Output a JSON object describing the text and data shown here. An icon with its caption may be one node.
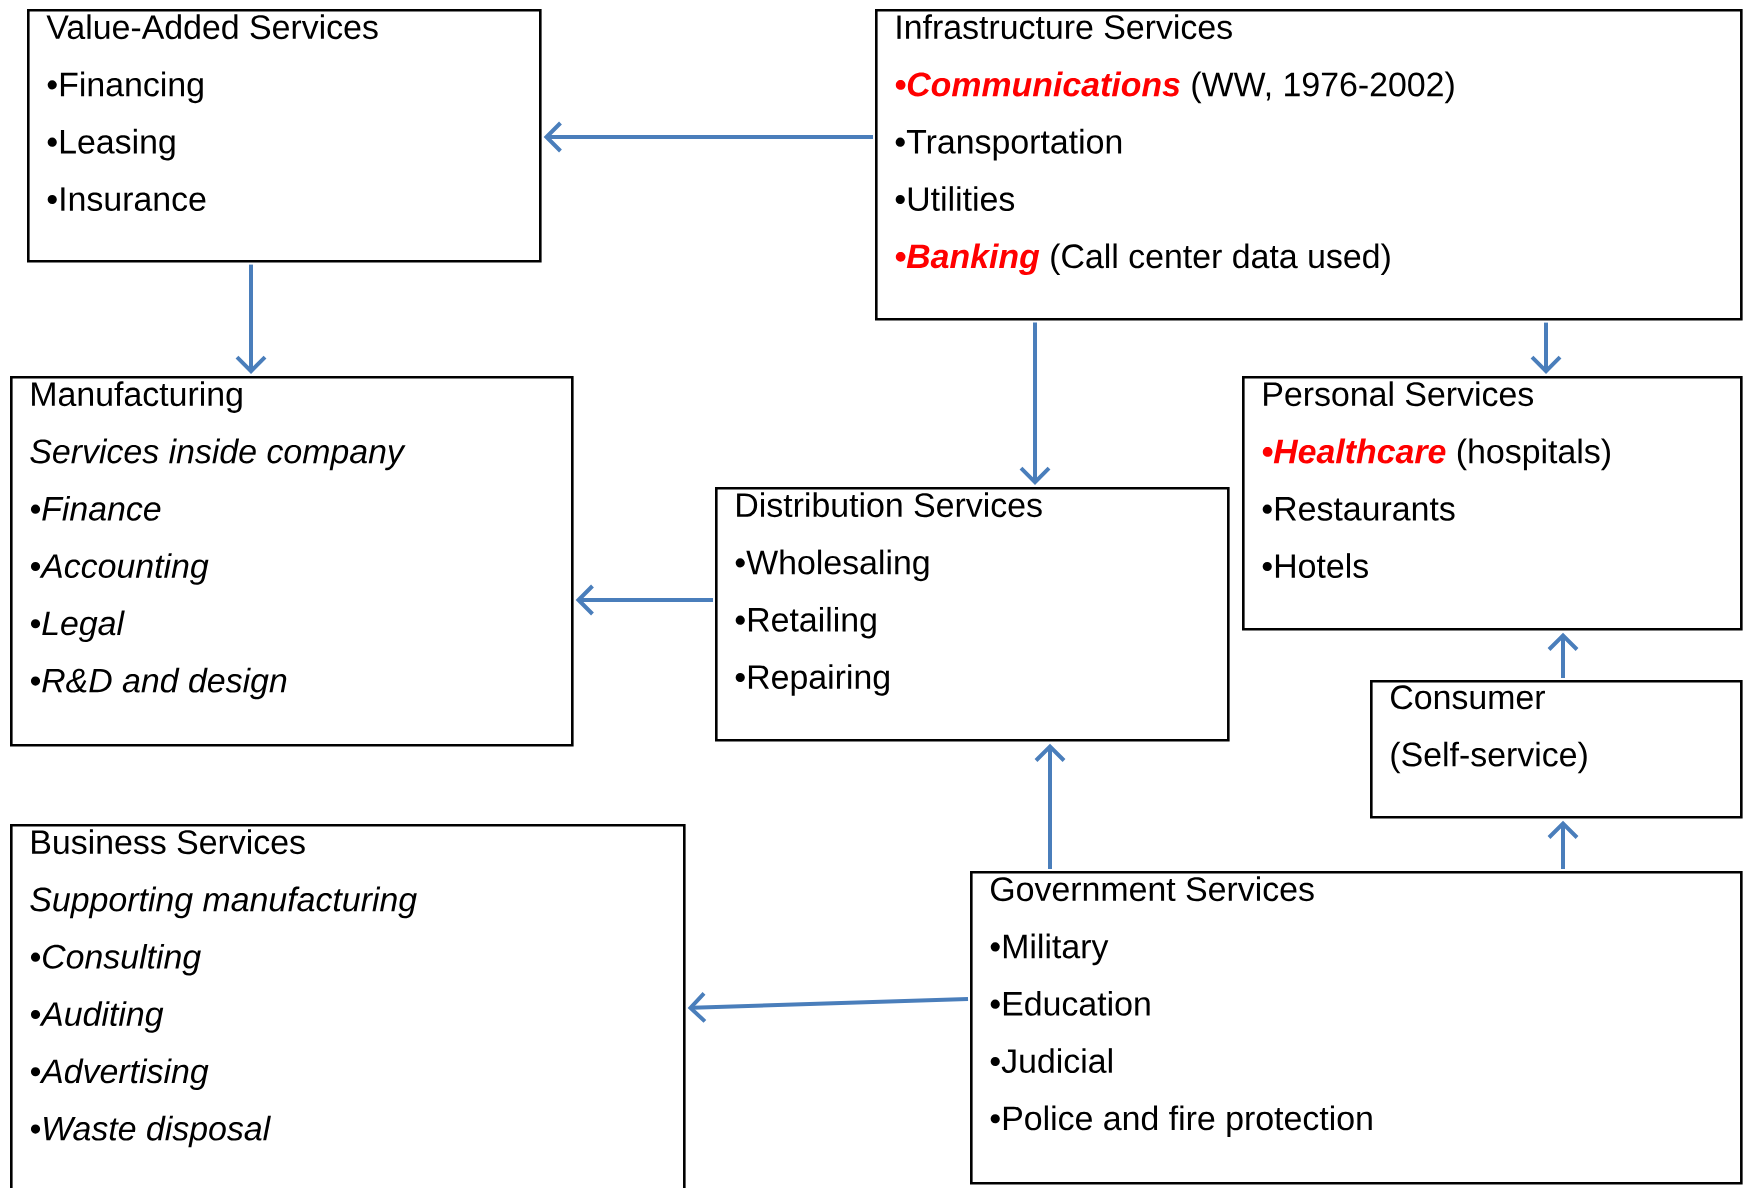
{
  "diagram": {
    "nodes": [
      {
        "text": [
          "Value-Added Services",
          "•Financing",
          "•Leasing",
          "•Insurance"
        ]
      },
      {
        "text": [
          "Infrastructure Services",
          "**•Communications**  (WW, 1976-2002)",
          "•Transportation",
          "•Utilities",
          "**•Banking** (Call center data used)"
        ]
      },
      {
        "text": [
          "Manufacturing",
          "Services inside company",
          "•Finance",
          "•Accounting",
          "•Legal",
          "•R&D and design"
        ]
      },
      {
        "text": [
          "Distribution Services",
          "•Wholesaling",
          "•Retailing",
          "•Repairing"
        ]
      },
      {
        "text": [
          "Personal Services",
          "**•Healthcare** (hospitals)",
          "•Restaurants",
          "•Hotels"
        ]
      },
      {
        "text": [
          "Consumer (Self-service)"
        ]
      },
      {
        "text": [
          "Business Services",
          "Supporting manufacturing",
          "•Consulting",
          "•Auditing",
          "•Advertising",
          "•Waste disposal"
        ]
      },
      {
        "text": [
          "Government Services",
          "•Military",
          "•Education",
          "•Judicial",
          "•Police and fire protection"
        ]
      }
    ],
    "edges": [
      {
        "from": 1,
        "to": 0,
        "arrow": "to"
      },
      {
        "from": 0,
        "to": 2,
        "arrow": "to"
      },
      {
        "from": 1,
        "to": 3,
        "arrow": "to"
      },
      {
        "from": 1,
        "to": 4,
        "arrow": "to"
      },
      {
        "from": 3,
        "to": 2,
        "arrow": "to"
      },
      {
        "from": 7,
        "to": 6,
        "arrow": "to"
      },
      {
        "from": 7,
        "to": 3,
        "arrow": "to"
      },
      {
        "from": 7,
        "to": 5,
        "arrow": "to"
      },
      {
        "from": 5,
        "to": 4,
        "arrow": "to"
      }
    ]
  }
}
